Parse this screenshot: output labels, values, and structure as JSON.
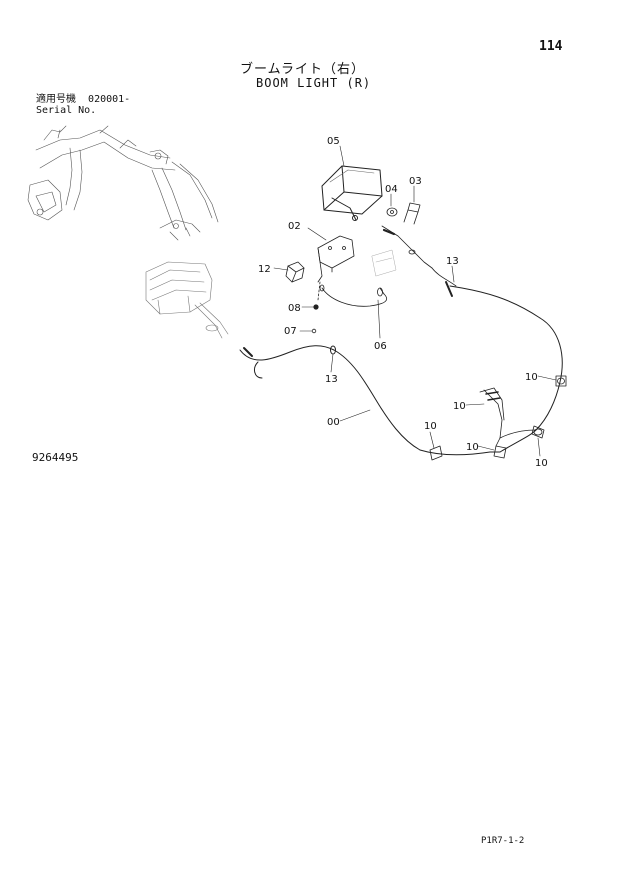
{
  "header": {
    "page_number": "114",
    "title_jp": "ブームライト（右）",
    "title_en": "BOOM LIGHT (R)"
  },
  "serial": {
    "label_jp": "適用号機",
    "value": "020001-",
    "label_en": "Serial No."
  },
  "document_number": "9264495",
  "footer_code": "P1R7-1-2",
  "callouts": [
    {
      "id": "c05",
      "label": "05"
    },
    {
      "id": "c04",
      "label": "04"
    },
    {
      "id": "c03",
      "label": "03"
    },
    {
      "id": "c02",
      "label": "02"
    },
    {
      "id": "c12",
      "label": "12"
    },
    {
      "id": "c13a",
      "label": "13"
    },
    {
      "id": "c08",
      "label": "08"
    },
    {
      "id": "c07",
      "label": "07"
    },
    {
      "id": "c06",
      "label": "06"
    },
    {
      "id": "c13b",
      "label": "13"
    },
    {
      "id": "c10a",
      "label": "10"
    },
    {
      "id": "c10b",
      "label": "10"
    },
    {
      "id": "c00",
      "label": "00"
    },
    {
      "id": "c10c",
      "label": "10"
    },
    {
      "id": "c10d",
      "label": "10"
    },
    {
      "id": "c10e",
      "label": "10"
    }
  ]
}
